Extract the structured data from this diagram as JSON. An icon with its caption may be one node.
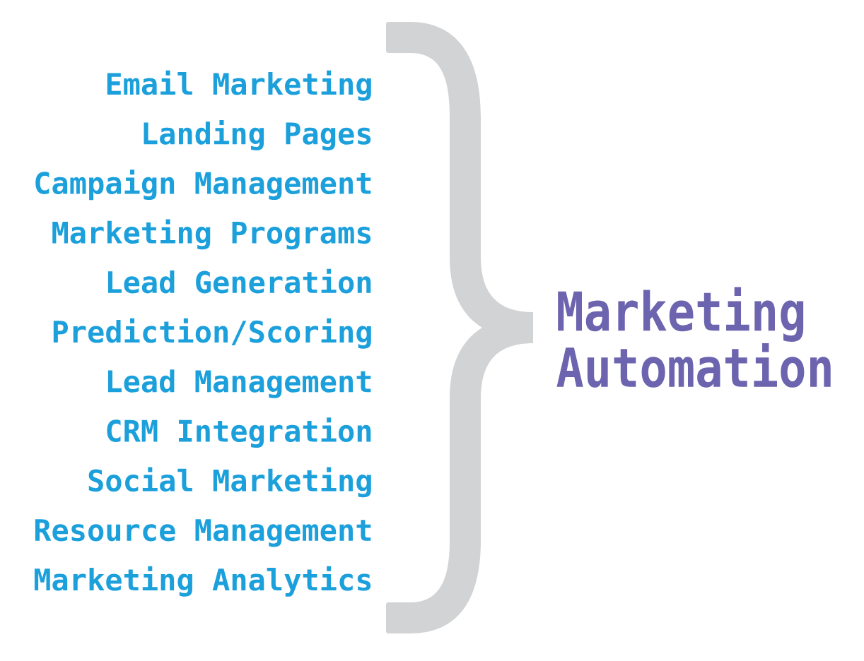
{
  "diagram": {
    "nodes": [
      {
        "text": [],
        "shape": "brace"
      }
    ],
    "labels": [
      "Email Marketing",
      "Landing Pages",
      "Campaign Management",
      "Marketing Programs",
      "Lead Generation",
      "Prediction/Scoring",
      "Lead Management",
      "CRM Integration",
      "Social Marketing",
      "Resource Management",
      "Marketing Analytics",
      "Marketing Automation"
    ]
  }
}
